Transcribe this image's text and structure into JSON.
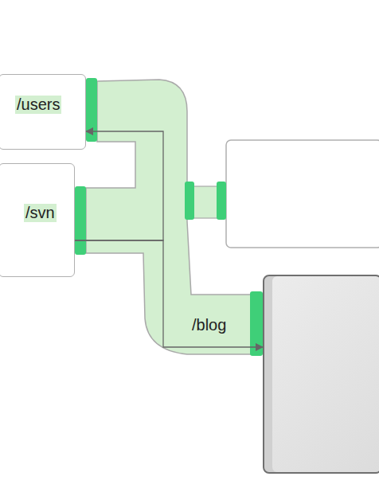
{
  "diagram": {
    "nodes": [
      {
        "text": [
          "/users"
        ]
      },
      {
        "text": [
          "/svn"
        ]
      },
      {
        "text": [
          "/blog"
        ]
      }
    ],
    "edges": [
      {
        "from": 1,
        "to": 0,
        "arrow": "to"
      },
      {
        "from": 1,
        "to": 2,
        "arrow": "to"
      }
    ]
  }
}
